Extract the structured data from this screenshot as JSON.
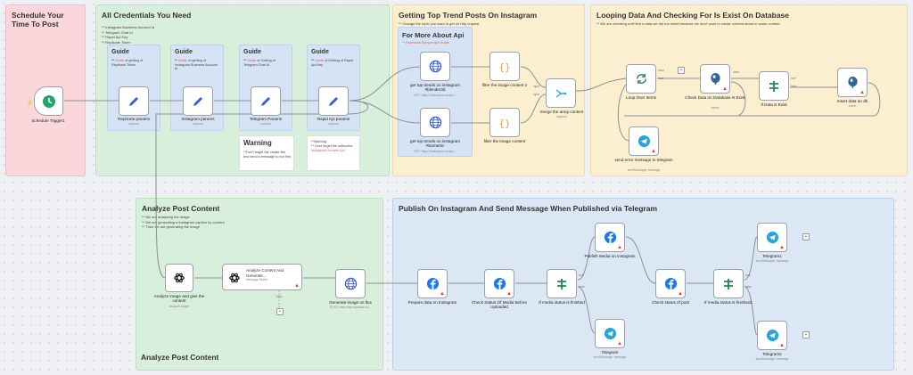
{
  "frames": {
    "schedule": {
      "title": "Schedule Your Time To Post"
    },
    "credentials": {
      "title": "All Credentials You Need",
      "note": [
        "** Instagram Business Account Id",
        "** Telegram Chat Id",
        "** Rapid Api Key",
        "** Replicate Token"
      ]
    },
    "trends": {
      "title": "Getting Top Trend Posts On Instagram",
      "note": "** Change the topic you want to get on http request"
    },
    "looping": {
      "title": "Looping Data And Checking For Is Exist On Database",
      "note": "** We are checking until find a data we did not insert because we don't want to create content about in same content"
    },
    "analyze": {
      "title": "Analyze Post Content",
      "note": [
        "** We are analyzing the image",
        "** We are generating a instagram caption by content",
        "** Then we are generating the image"
      ]
    },
    "publish": {
      "title": "Publish On Instagram And Send Message When Published via Telegram"
    }
  },
  "guides": [
    {
      "title": "Guide",
      "pre": "** ",
      "link": "Guide",
      "post": " of getting of Replicate Token"
    },
    {
      "title": "Guide",
      "pre": "** ",
      "link": "Guide",
      "post": " of getting of Instagram Business Account Id"
    },
    {
      "title": "Guide",
      "pre": "** ",
      "link": "Guide",
      "post": " of Getting of Telegram Chat Id"
    },
    {
      "title": "Guide",
      "pre": "** ",
      "link": "Guide",
      "post": " of Getting of Rapid Api Key"
    }
  ],
  "api_guide": {
    "title": "For More About Api",
    "link": "** Facebook Scraper Api Guide"
  },
  "warning1": {
    "title": "Warning",
    "text": "**Don't forget the create Bot and send a message to bot first"
  },
  "warning2": {
    "head": "**Warning",
    "pre": "** Dont forget the subscribe ",
    "link": "Instagram Scraper Api"
  },
  "nodes": {
    "trigger": {
      "label": "Schedule Trigger1"
    },
    "replicate": {
      "label": "Replicate params",
      "sub": "manual"
    },
    "instagram_params": {
      "label": "Instagram params",
      "sub": "manual"
    },
    "telegram_params": {
      "label": "Telegram Params",
      "sub": "manual"
    },
    "rapid_params": {
      "label": "Rapid Api params",
      "sub": "manual"
    },
    "trends1": {
      "label": "get top trends on instagram #blender3d",
      "sub": "GET: https://instagram-scrape..."
    },
    "trends2": {
      "label": "get top trends on instagram #isometric",
      "sub": "GET: https://instagram-scrape..."
    },
    "filter1": {
      "label": "filter the image content 2"
    },
    "filter2": {
      "label": "filter the image content"
    },
    "merge": {
      "label": "merge the array content",
      "sub": "append"
    },
    "loop": {
      "label": "Loop Over Items"
    },
    "check_db": {
      "label": "Check Data on Database Is Exist",
      "sub": "select"
    },
    "if_exist": {
      "label": "If Data is Exist"
    },
    "insert_db": {
      "label": "Insert data on db",
      "sub": "insert"
    },
    "send_error": {
      "label": "send error message to telegram",
      "sub": "sendMessage: message"
    },
    "analyze_img": {
      "label": "Analyze image and give the content",
      "sub": "Analyze image"
    },
    "analyze_content": {
      "label": "Analyze Content And Generate...",
      "sub": "Message Model"
    },
    "generate_img": {
      "label": "Generate image on flux",
      "sub": "POST: https://api.replicate.co..."
    },
    "prepare": {
      "label": "Prepare data on Instagram"
    },
    "check_status": {
      "label": "Check Status Of Media Before Uploaded"
    },
    "if_media1": {
      "label": "If media status is finished"
    },
    "publish_media": {
      "label": "Publish Media on Instagram"
    },
    "check_post": {
      "label": "Check status of post"
    },
    "if_media2": {
      "label": "If media status is finished1"
    },
    "telegram": {
      "label": "Telegram",
      "sub": "sendMessage: message"
    },
    "telegram1": {
      "label": "Telegram1",
      "sub": "sendMessage: message"
    },
    "telegram2": {
      "label": "Telegram2",
      "sub": "sendMessage: message"
    }
  },
  "ports": {
    "input": "input",
    "true": "true",
    "false": "false",
    "done": "done",
    "loop": "loop",
    "tools": "Tools"
  },
  "colors": {
    "pink": "#fbd7dc",
    "green": "#d8f0db",
    "yellow": "#fcefcf",
    "blue": "#dce7f5",
    "trigger": "#25a36b",
    "openai": "#1a1a1a",
    "telegram": "#2aa3dc",
    "postgres": "#336791",
    "if": "#1f8a4c",
    "loop": "#2e8b57",
    "instagram": "#1877f2",
    "code": "#e8a23a",
    "http": "#3b5bdb",
    "warning": "#e04040"
  }
}
